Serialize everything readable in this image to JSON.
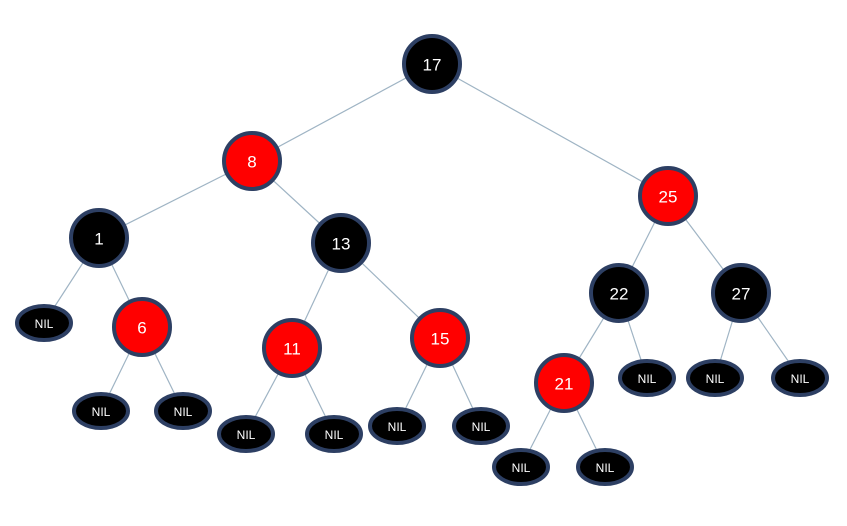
{
  "colors": {
    "black_node": "#000000",
    "red_node": "#ff0000",
    "node_border": "#2d3f63",
    "edge": "#9fb4c4",
    "label": "#ffffff"
  },
  "nodes": [
    {
      "id": "n17",
      "label": "17",
      "color": "black",
      "kind": "key"
    },
    {
      "id": "n8",
      "label": "8",
      "color": "red",
      "kind": "key"
    },
    {
      "id": "n25",
      "label": "25",
      "color": "red",
      "kind": "key"
    },
    {
      "id": "n1",
      "label": "1",
      "color": "black",
      "kind": "key"
    },
    {
      "id": "n13",
      "label": "13",
      "color": "black",
      "kind": "key"
    },
    {
      "id": "n22",
      "label": "22",
      "color": "black",
      "kind": "key"
    },
    {
      "id": "n27",
      "label": "27",
      "color": "black",
      "kind": "key"
    },
    {
      "id": "n6",
      "label": "6",
      "color": "red",
      "kind": "key"
    },
    {
      "id": "n11",
      "label": "11",
      "color": "red",
      "kind": "key"
    },
    {
      "id": "n15",
      "label": "15",
      "color": "red",
      "kind": "key"
    },
    {
      "id": "n21",
      "label": "21",
      "color": "red",
      "kind": "key"
    },
    {
      "id": "nil1",
      "label": "NIL",
      "color": "black",
      "kind": "nil"
    },
    {
      "id": "nil2",
      "label": "NIL",
      "color": "black",
      "kind": "nil"
    },
    {
      "id": "nil3",
      "label": "NIL",
      "color": "black",
      "kind": "nil"
    },
    {
      "id": "nil4",
      "label": "NIL",
      "color": "black",
      "kind": "nil"
    },
    {
      "id": "nil5",
      "label": "NIL",
      "color": "black",
      "kind": "nil"
    },
    {
      "id": "nil6",
      "label": "NIL",
      "color": "black",
      "kind": "nil"
    },
    {
      "id": "nil7",
      "label": "NIL",
      "color": "black",
      "kind": "nil"
    },
    {
      "id": "nil8",
      "label": "NIL",
      "color": "black",
      "kind": "nil"
    },
    {
      "id": "nil9",
      "label": "NIL",
      "color": "black",
      "kind": "nil"
    },
    {
      "id": "nil10",
      "label": "NIL",
      "color": "black",
      "kind": "nil"
    },
    {
      "id": "nil11",
      "label": "NIL",
      "color": "black",
      "kind": "nil"
    },
    {
      "id": "nil12",
      "label": "NIL",
      "color": "black",
      "kind": "nil"
    }
  ],
  "edges": [
    {
      "from": "n17",
      "to": "n8"
    },
    {
      "from": "n17",
      "to": "n25"
    },
    {
      "from": "n8",
      "to": "n1"
    },
    {
      "from": "n8",
      "to": "n13"
    },
    {
      "from": "n1",
      "to": "nil1"
    },
    {
      "from": "n1",
      "to": "n6"
    },
    {
      "from": "n6",
      "to": "nil2"
    },
    {
      "from": "n6",
      "to": "nil3"
    },
    {
      "from": "n13",
      "to": "n11"
    },
    {
      "from": "n13",
      "to": "n15"
    },
    {
      "from": "n11",
      "to": "nil4"
    },
    {
      "from": "n11",
      "to": "nil5"
    },
    {
      "from": "n15",
      "to": "nil6"
    },
    {
      "from": "n15",
      "to": "nil7"
    },
    {
      "from": "n25",
      "to": "n22"
    },
    {
      "from": "n25",
      "to": "n27"
    },
    {
      "from": "n22",
      "to": "n21"
    },
    {
      "from": "n22",
      "to": "nil8"
    },
    {
      "from": "n21",
      "to": "nil9"
    },
    {
      "from": "n21",
      "to": "nil10"
    },
    {
      "from": "n27",
      "to": "nil11"
    },
    {
      "from": "n27",
      "to": "nil12"
    }
  ]
}
